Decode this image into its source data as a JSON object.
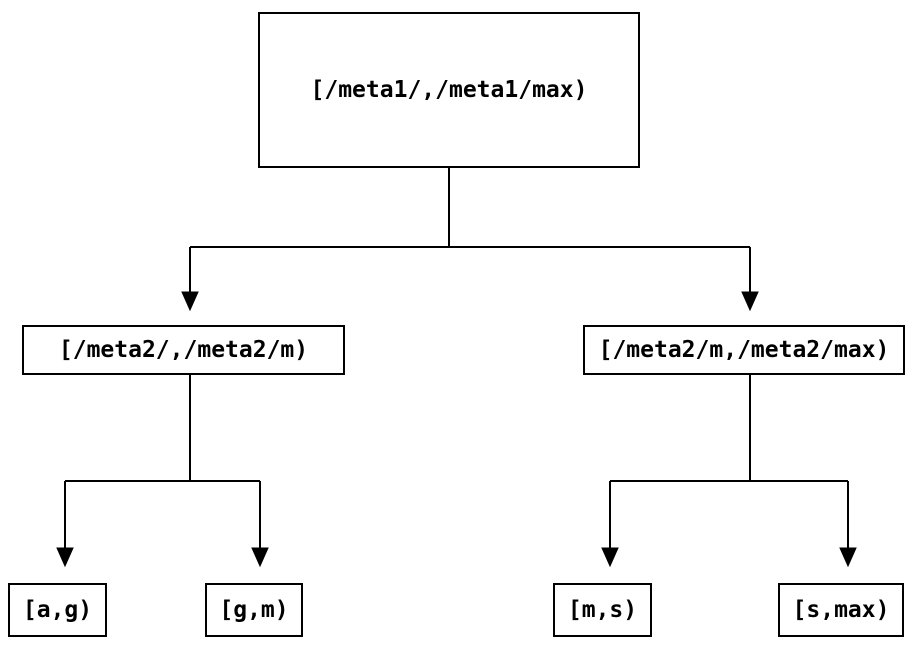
{
  "colors": {
    "background": "#ffffff",
    "line": "#000000",
    "text": "#000000"
  },
  "tree": {
    "root": {
      "label": "[/meta1/,/meta1/max)"
    },
    "children": [
      {
        "label": "[/meta2/,/meta2/m)",
        "children": [
          {
            "label": "[a,g)"
          },
          {
            "label": "[g,m)"
          }
        ]
      },
      {
        "label": "[/meta2/m,/meta2/max)",
        "children": [
          {
            "label": "[m,s)"
          },
          {
            "label": "[s,max)"
          }
        ]
      }
    ]
  }
}
